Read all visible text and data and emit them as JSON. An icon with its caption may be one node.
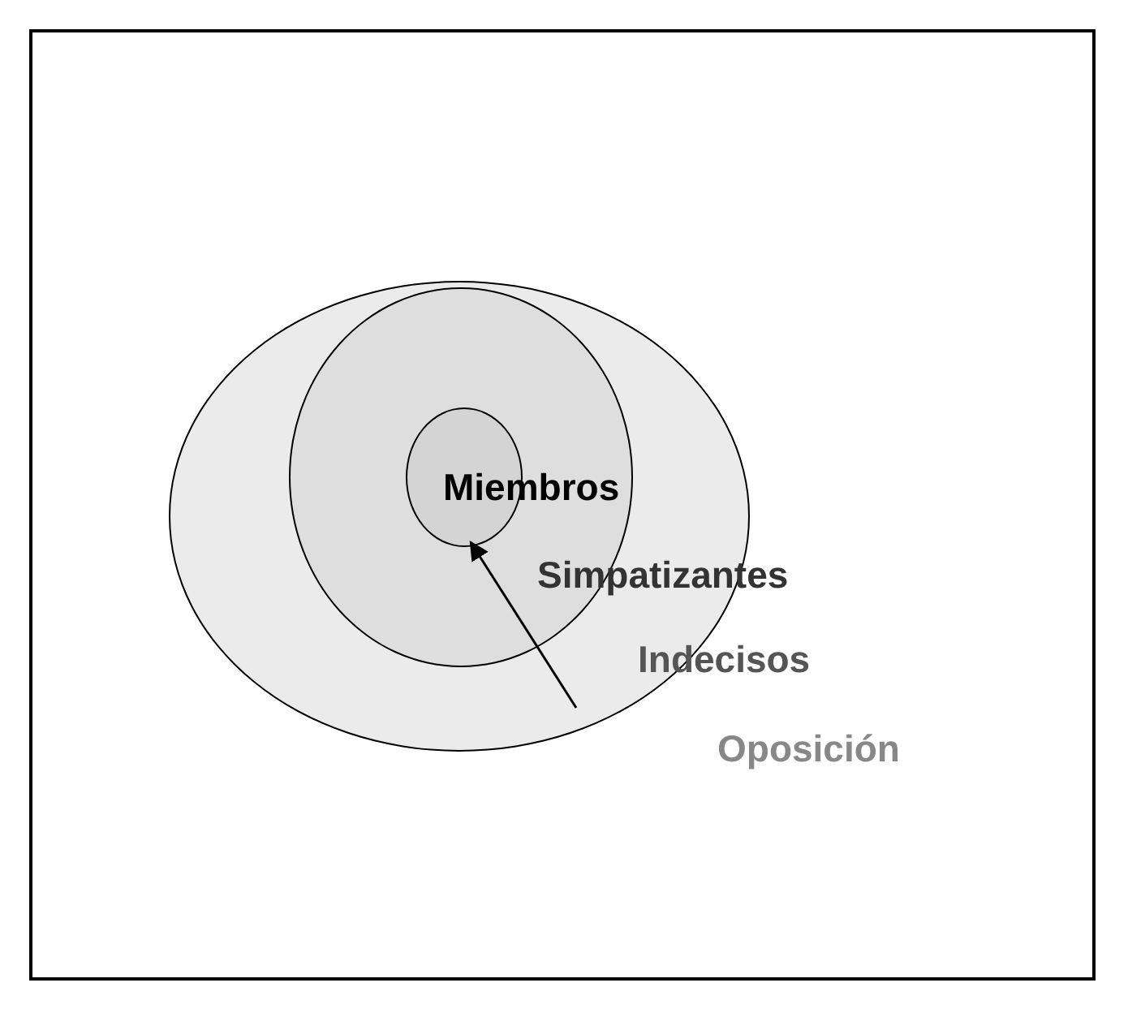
{
  "diagram": {
    "nodes": [
      {
        "text": [],
        "shape": "circle"
      },
      {
        "text": [],
        "shape": "circle",
        "in": 0
      },
      {
        "text": [],
        "shape": "circle",
        "in": 1
      }
    ],
    "edges": [
      {
        "from": null,
        "to": 2,
        "arrow": "to"
      }
    ],
    "labels": [
      "Miembros",
      "Simpatizantes",
      "Indecisos",
      "Oposición"
    ]
  }
}
